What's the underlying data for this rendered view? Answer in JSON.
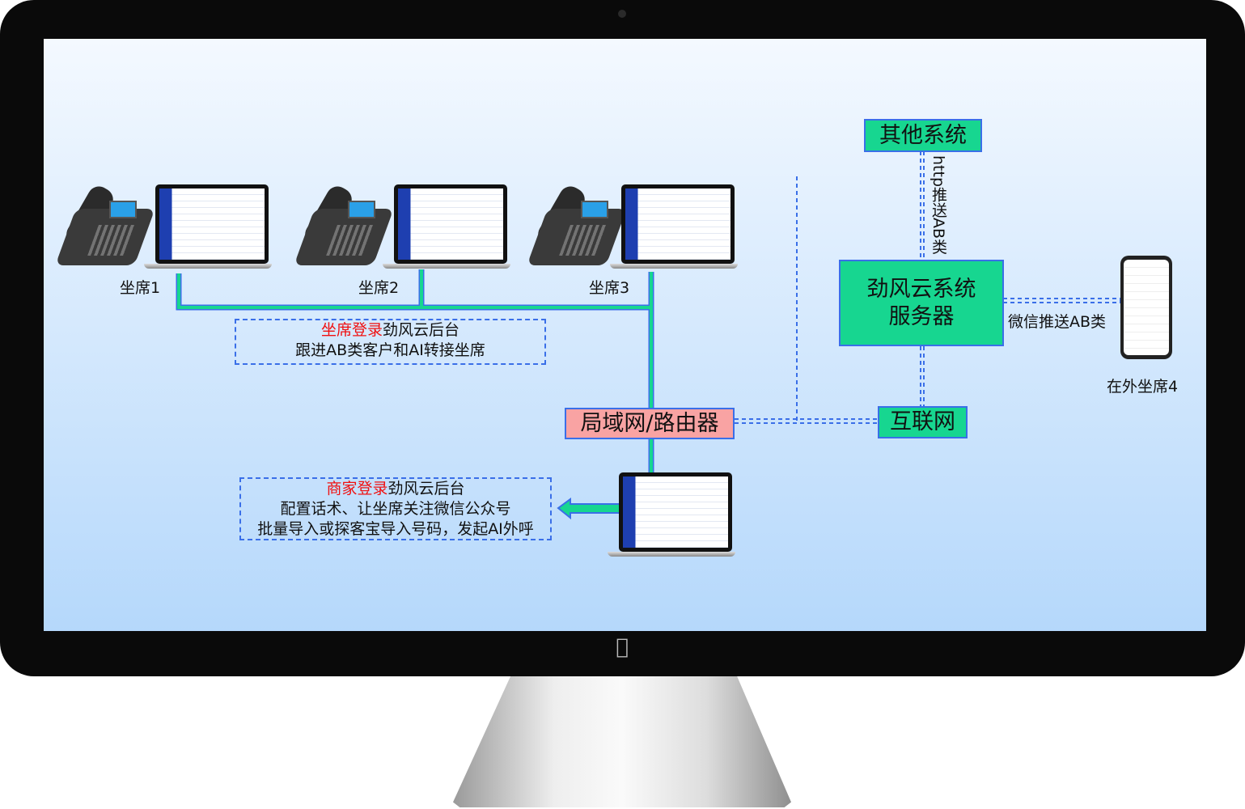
{
  "workstations": [
    {
      "label": "坐席1"
    },
    {
      "label": "坐席2"
    },
    {
      "label": "坐席3"
    }
  ],
  "remote_agent": {
    "label": "在外坐席4"
  },
  "nodes": {
    "other_systems": "其他系统",
    "server_line1": "劲风云系统",
    "server_line2": "服务器",
    "internet": "互联网",
    "lan": "局域网/路由器"
  },
  "edges": {
    "http_push": "http推送AB类",
    "wechat_push": "微信推送AB类"
  },
  "notes": {
    "agent": {
      "highlight": "坐席登录",
      "rest": "劲风云后台",
      "line2": "跟进AB类客户和AI转接坐席"
    },
    "merchant": {
      "highlight": "商家登录",
      "rest": "劲风云后台",
      "line2": "配置话术、让坐席关注微信公众号",
      "line3": "批量导入或探客宝导入号码，发起AI外呼"
    }
  },
  "colors": {
    "green": "#17d690",
    "blue": "#3a6fe8",
    "pink": "#f9a3a3",
    "red": "#f01010"
  }
}
